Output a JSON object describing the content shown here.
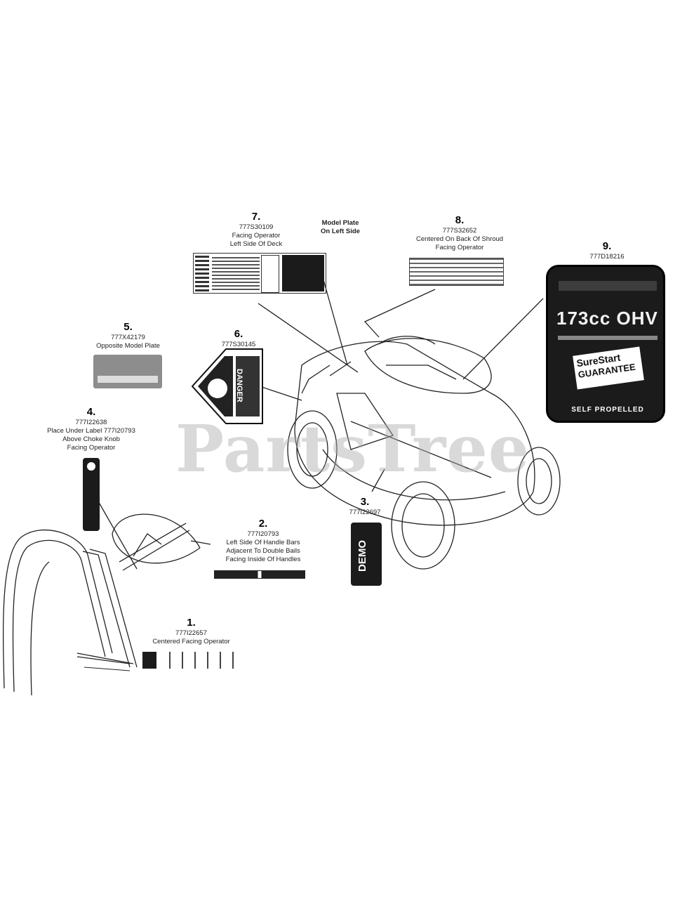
{
  "watermark": "PartsTree",
  "callouts": {
    "c1": {
      "num": "1.",
      "part": "777I22657",
      "lines": [
        "Centered Facing Operator"
      ]
    },
    "c2": {
      "num": "2.",
      "part": "777I20793",
      "lines": [
        "Left Side Of Handle Bars",
        "Adjacent To Double Bails",
        "Facing Inside Of Handles"
      ]
    },
    "c3": {
      "num": "3.",
      "part": "777I22697",
      "lines": []
    },
    "c4": {
      "num": "4.",
      "part": "777I22638",
      "lines": [
        "Place Under Label 777I20793",
        "Above Choke Knob",
        "Facing Operator"
      ]
    },
    "c5": {
      "num": "5.",
      "part": "777X42179",
      "lines": [
        "Opposite Model Plate"
      ]
    },
    "c6": {
      "num": "6.",
      "part": "777S30145",
      "lines": []
    },
    "c7": {
      "num": "7.",
      "part": "777S30109",
      "lines": [
        "Facing Operator",
        "Left Side Of Deck"
      ]
    },
    "c7b": {
      "lines": [
        "Model Plate",
        "On Left Side"
      ]
    },
    "c8": {
      "num": "8.",
      "part": "777S32652",
      "lines": [
        "Centered On Back Of Shroud",
        "Facing Operator"
      ]
    },
    "c9": {
      "num": "9.",
      "part": "777D18216",
      "lines": []
    }
  },
  "decals": {
    "engine_label": {
      "displacement": "173cc OHV",
      "badge_line1": "SureStart",
      "badge_line2": "GUARANTEE",
      "footer": "SELF PROPELLED"
    },
    "danger_label": {
      "word": "DANGER"
    },
    "choke_label": {
      "word": "DEMO"
    }
  }
}
